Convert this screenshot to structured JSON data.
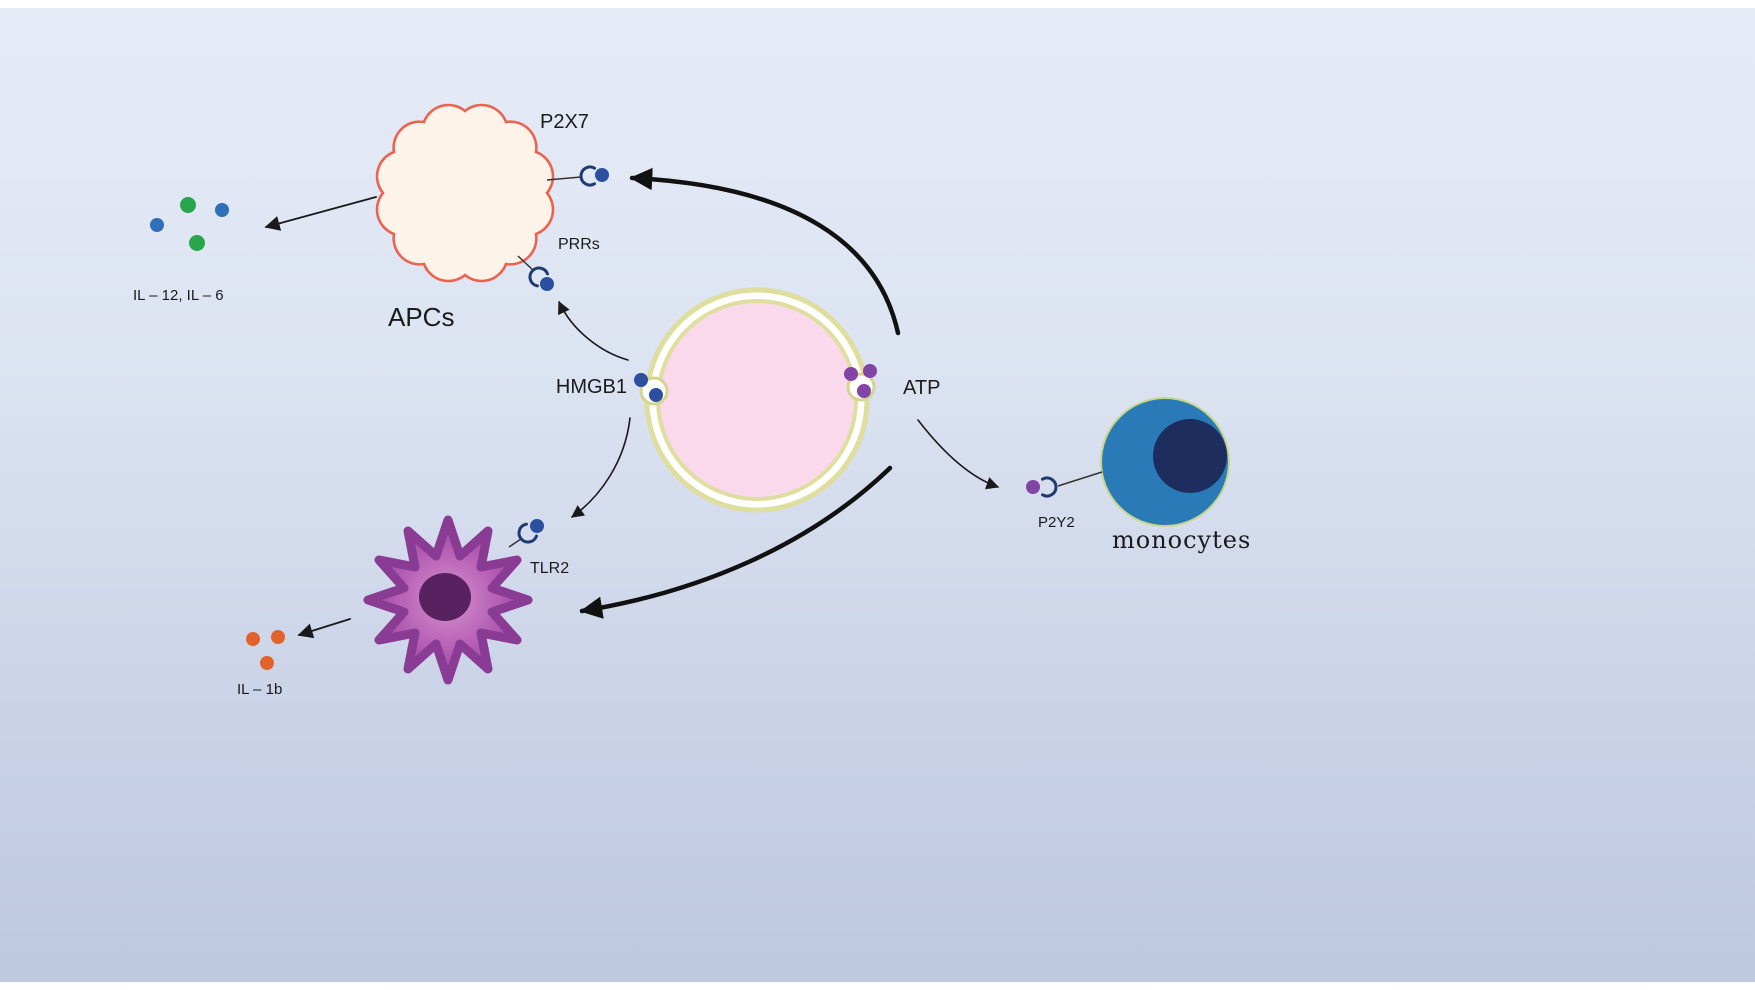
{
  "figure": {
    "labels": {
      "p2x7": "P2X7",
      "prrs": "PRRs",
      "apcs": "APCs",
      "hmgb1": "HMGB1",
      "atp": "ATP",
      "tlr2": "TLR2",
      "il12_il6": "IL – 12, IL – 6",
      "il1b": "IL – 1b",
      "p2y2": "P2Y2",
      "monocytes": "monocytes"
    },
    "colors": {
      "background_top": "#e6ebf6",
      "background_bottom": "#bdc7de",
      "tumor_fill": "#f9d9eb",
      "tumor_membrane": "#dede9e",
      "apc_fill": "#fdf3e8",
      "apc_stroke": "#ea6350",
      "dendritic_mid": "#b35cb3",
      "dendritic_dark": "#8a3b94",
      "dendritic_nucleus": "#58215f",
      "monocyte_fill": "#2b7ab8",
      "monocyte_nucleus": "#1d2d5e",
      "hmgb1_dot": "#2d4f9f",
      "atp_dot": "#8244a5",
      "il12_dot_blue": "#2e6fb7",
      "il6_dot_green": "#29a54b",
      "il1b_dot": "#e2622b",
      "arrow": "#111111"
    }
  }
}
